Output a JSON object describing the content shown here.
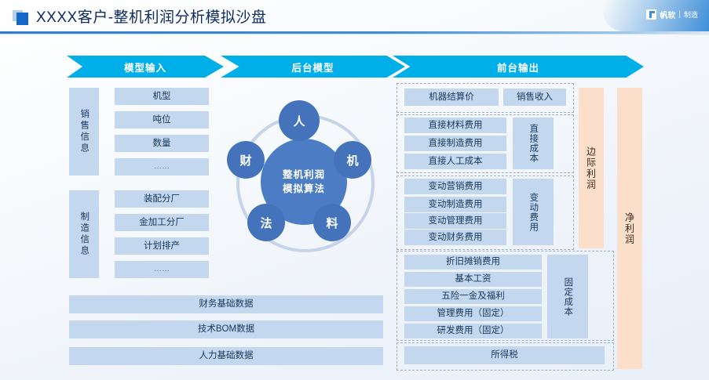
{
  "header": {
    "title": "XXXX客户-整机利润分析模拟沙盘",
    "icon": "stacked-squares-icon",
    "logo": {
      "brand": "帆软",
      "separator": "|",
      "suffix": "制造"
    },
    "accent_color": "#2f7fd0"
  },
  "flow": {
    "arrow_color": "#00aee8",
    "stages": [
      {
        "id": "input",
        "label": "模型输入"
      },
      {
        "id": "model",
        "label": "后台模型"
      },
      {
        "id": "output",
        "label": "前台输出"
      }
    ]
  },
  "input_section": {
    "groups": [
      {
        "id": "sales",
        "label": "销售信息",
        "items": [
          "机型",
          "吨位",
          "数量",
          "……"
        ]
      },
      {
        "id": "manufacturing",
        "label": "制造信息",
        "items": [
          "装配分厂",
          "金加工分厂",
          "计划排产",
          "……"
        ]
      }
    ],
    "base_data": [
      "财务基础数据",
      "技术BOM数据",
      "人力基础数据"
    ]
  },
  "model_section": {
    "core_label": "整机利润\n模拟算法",
    "core_line1": "整机利润",
    "core_line2": "模拟算法",
    "nodes": [
      {
        "id": "ren",
        "label": "人"
      },
      {
        "id": "ji",
        "label": "机"
      },
      {
        "id": "liao",
        "label": "料"
      },
      {
        "id": "fa",
        "label": "法"
      },
      {
        "id": "cai",
        "label": "财"
      }
    ],
    "ring_color": "#c6d3e8",
    "node_color": "#4573bb"
  },
  "output_section": {
    "revenue_group": {
      "items": [
        "机器结算价",
        "销售收入"
      ]
    },
    "direct_cost_group": {
      "items": [
        "直接材料费用",
        "直接制造费用",
        "直接人工成本"
      ],
      "summary": "直接成本"
    },
    "variable_cost_group": {
      "items": [
        "变动营销费用",
        "变动制造费用",
        "变动管理费用",
        "变动财务费用"
      ],
      "summary": "变动费用"
    },
    "fixed_cost_group": {
      "items": [
        "折旧摊销费用",
        "基本工资",
        "五险一金及福利",
        "管理费用（固定）",
        "研发费用（固定）"
      ],
      "summary": "固定成本"
    },
    "tax_group": {
      "items": [
        "所得税"
      ]
    }
  },
  "profit_columns": [
    {
      "id": "marginal",
      "label": "边际利润",
      "color": "#fbdfcb"
    },
    {
      "id": "net",
      "label": "净利润",
      "color": "#fbdfcb"
    }
  ]
}
